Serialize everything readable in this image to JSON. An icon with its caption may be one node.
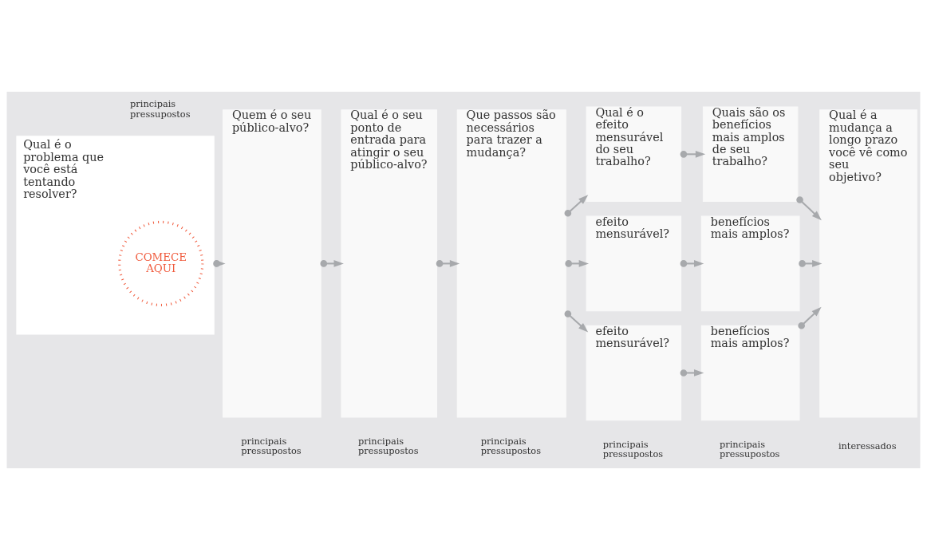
{
  "diagram": {
    "nodes": [
      {
        "text": [
          "Qual é o problema que você está tentando resolver?"
        ]
      },
      {
        "text": [
          "COMECE AQUI"
        ],
        "in": 0
      },
      {
        "text": [
          "Quem é o seu público-alvo?"
        ]
      },
      {
        "text": [
          "Qual é o seu ponto de entrada para atingir o seu público-alvo?"
        ]
      },
      {
        "text": [
          "Que passos são necessários para trazer a mudança?"
        ]
      },
      {
        "text": [
          "Qual é o efeito mensurável do seu trabalho?"
        ]
      },
      {
        "text": [
          "efeito mensurável?"
        ]
      },
      {
        "text": [
          "efeito mensurável?"
        ]
      },
      {
        "text": [
          "Quais são os benefícios mais amplos de seu trabalho?"
        ]
      },
      {
        "text": [
          "benefícios mais amplos?"
        ]
      },
      {
        "text": [
          "benefícios mais amplos?"
        ]
      },
      {
        "text": [
          "Qual é a mudança a longo prazo você vê como seu objetivo?"
        ]
      }
    ],
    "edges": [
      {
        "from": 0,
        "to": 2,
        "arrow": "to"
      },
      {
        "from": 2,
        "to": 3,
        "arrow": "to"
      },
      {
        "from": 3,
        "to": 4,
        "arrow": "to"
      },
      {
        "from": 4,
        "to": 5,
        "arrow": "to"
      },
      {
        "from": 4,
        "to": 6,
        "arrow": "to"
      },
      {
        "from": 4,
        "to": 7,
        "arrow": "to"
      },
      {
        "from": 5,
        "to": 8,
        "arrow": "to"
      },
      {
        "from": 6,
        "to": 9,
        "arrow": "to"
      },
      {
        "from": 7,
        "to": 10,
        "arrow": "to"
      },
      {
        "from": 8,
        "to": 11,
        "arrow": "to"
      },
      {
        "from": 9,
        "to": 11,
        "arrow": "to"
      },
      {
        "from": 10,
        "to": 11,
        "arrow": "to"
      }
    ],
    "labels": [
      "principais pressupostos",
      "principais pressupostos",
      "principais pressupostos",
      "principais pressupostos",
      "principais pressupostos",
      "principais pressupostos",
      "interessados"
    ]
  }
}
